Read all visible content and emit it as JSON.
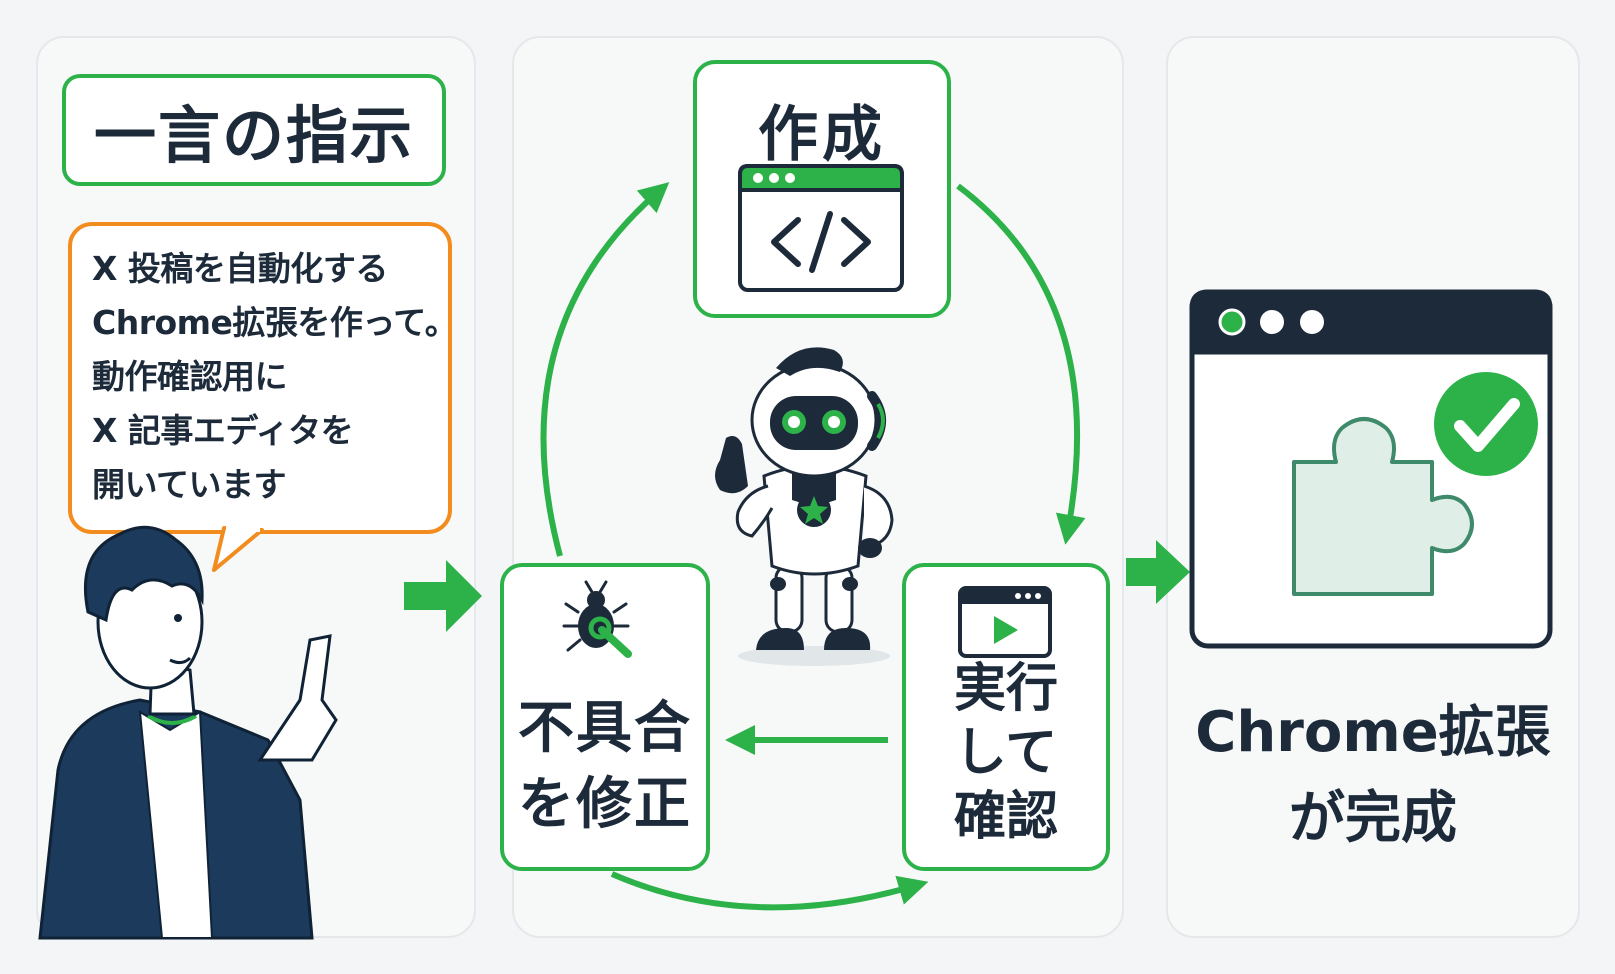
{
  "instruction": {
    "title": "一言の指示",
    "speech_lines": [
      "X 投稿を自動化する",
      "Chrome拡張を作って。",
      "動作確認用に",
      "X 記事エディタを",
      "開いています"
    ]
  },
  "cycle": {
    "create_label": "作成",
    "fix_label_lines": [
      "不具合",
      "を修正"
    ],
    "run_label_lines": [
      "実行",
      "して",
      "確認"
    ]
  },
  "result": {
    "lines": [
      "Chrome拡張",
      "が完成"
    ]
  },
  "colors": {
    "accent_green": "#2db24a",
    "speech_orange": "#f28c1e",
    "navy": "#1c2a3a",
    "puzzle_fill": "#dfeee6"
  },
  "icons": [
    "code-window-icon",
    "bug-wrench-icon",
    "play-window-icon",
    "puzzle-icon",
    "check-icon",
    "robot-icon",
    "person-icon"
  ]
}
